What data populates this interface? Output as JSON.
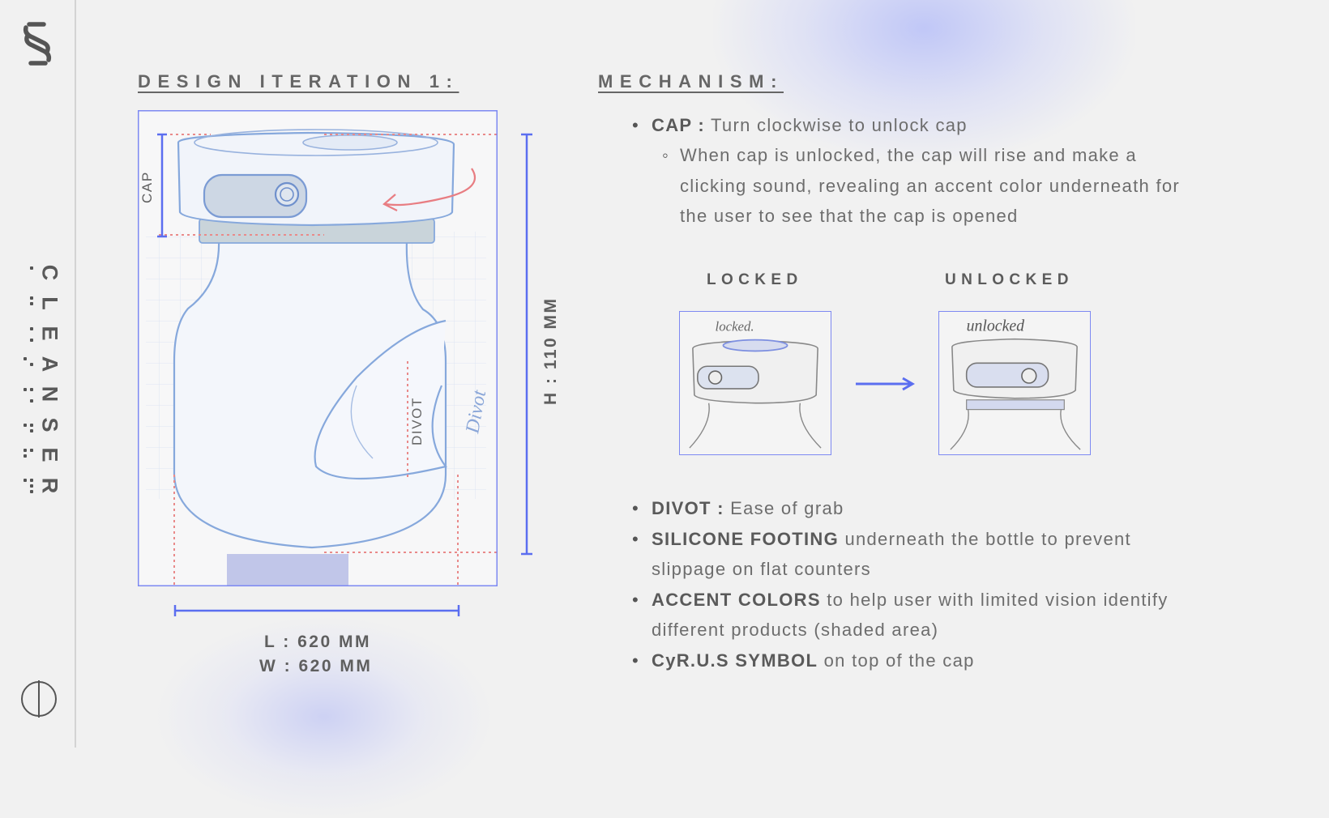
{
  "sidebar": {
    "brand_letters": [
      "C",
      "L",
      "E",
      "A",
      "N",
      "S",
      "E",
      "R"
    ],
    "logo_icon": "stylized-s-logo-icon",
    "globe_icon": "globe-icon"
  },
  "left": {
    "heading": "DESIGN ITERATION 1:",
    "cap_label": "CAP",
    "divot_label": "DIVOT",
    "divot_scribble": "Divot",
    "height_label": "H : 110 MM",
    "length_label": "L : 620 MM",
    "width_label": "W : 620 MM"
  },
  "right": {
    "heading": "MECHANISM:",
    "cap_bullet": {
      "bold": "CAP :",
      "text": " Turn clockwise to unlock cap"
    },
    "cap_sub_lines": [
      "When cap is unlocked, the cap will rise and make a",
      "clicking sound, revealing an accent color underneath for",
      "the user to see that the cap is opened"
    ],
    "locked_label": "LOCKED",
    "unlocked_label": "UNLOCKED",
    "locked_scribble": "locked.",
    "unlocked_scribble": "unlocked",
    "bullets": [
      {
        "bold": "DIVOT :",
        "text": " Ease of grab",
        "cont": ""
      },
      {
        "bold": "SILICONE FOOTING",
        "text": " underneath the bottle to prevent",
        "cont": "slippage on flat counters"
      },
      {
        "bold": "ACCENT COLORS",
        "text": " to help user with limited vision identify",
        "cont": "different products (shaded area)"
      },
      {
        "bold": "CyR.U.S SYMBOL",
        "text": " on top of the cap",
        "cont": ""
      }
    ]
  },
  "colors": {
    "accent_blue": "#5b6ef0",
    "pink_dotted": "#e98a8a",
    "sketch_blue": "#7da2dc"
  }
}
